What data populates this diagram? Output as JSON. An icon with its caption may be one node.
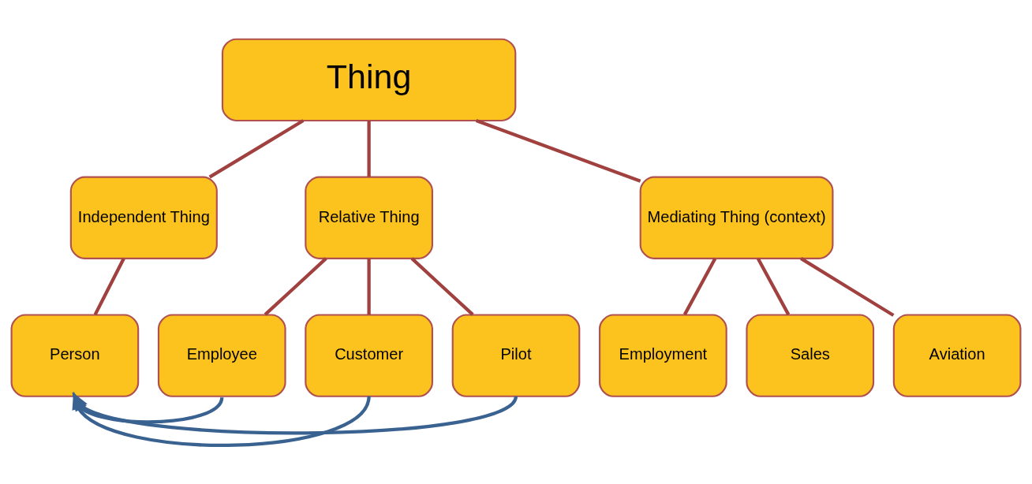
{
  "diagram": {
    "nodes": [
      {
        "text": [
          "Thing"
        ]
      },
      {
        "text": [
          "Independent Thing"
        ]
      },
      {
        "text": [
          "Relative Thing"
        ]
      },
      {
        "text": [
          "Mediating Thing (context)"
        ]
      },
      {
        "text": [
          "Person"
        ]
      },
      {
        "text": [
          "Employee"
        ]
      },
      {
        "text": [
          "Customer"
        ]
      },
      {
        "text": [
          "Pilot"
        ]
      },
      {
        "text": [
          "Employment"
        ]
      },
      {
        "text": [
          "Sales"
        ]
      },
      {
        "text": [
          "Aviation"
        ]
      }
    ],
    "edges": [
      {
        "from": 0,
        "to": 1,
        "arrow": "none"
      },
      {
        "from": 0,
        "to": 2,
        "arrow": "none"
      },
      {
        "from": 0,
        "to": 3,
        "arrow": "none"
      },
      {
        "from": 1,
        "to": 4,
        "arrow": "none"
      },
      {
        "from": 2,
        "to": 5,
        "arrow": "none"
      },
      {
        "from": 2,
        "to": 6,
        "arrow": "none"
      },
      {
        "from": 2,
        "to": 7,
        "arrow": "none"
      },
      {
        "from": 3,
        "to": 8,
        "arrow": "none"
      },
      {
        "from": 3,
        "to": 9,
        "arrow": "none"
      },
      {
        "from": 3,
        "to": 10,
        "arrow": "none"
      },
      {
        "from": 5,
        "to": 4,
        "arrow": "to",
        "color": "#3a6291"
      },
      {
        "from": 6,
        "to": 4,
        "arrow": "to",
        "color": "#3a6291"
      },
      {
        "from": 7,
        "to": 4,
        "arrow": "to",
        "color": "#3a6291"
      }
    ]
  }
}
